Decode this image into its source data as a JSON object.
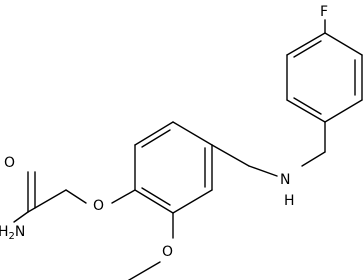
{
  "molecule": {
    "atoms": {
      "fluorine": "F",
      "amine_n": "N",
      "amine_h": "H",
      "ether_o": "O",
      "methoxy_o": "O",
      "amide_o": "O",
      "amide_nh2": "H2N"
    }
  }
}
